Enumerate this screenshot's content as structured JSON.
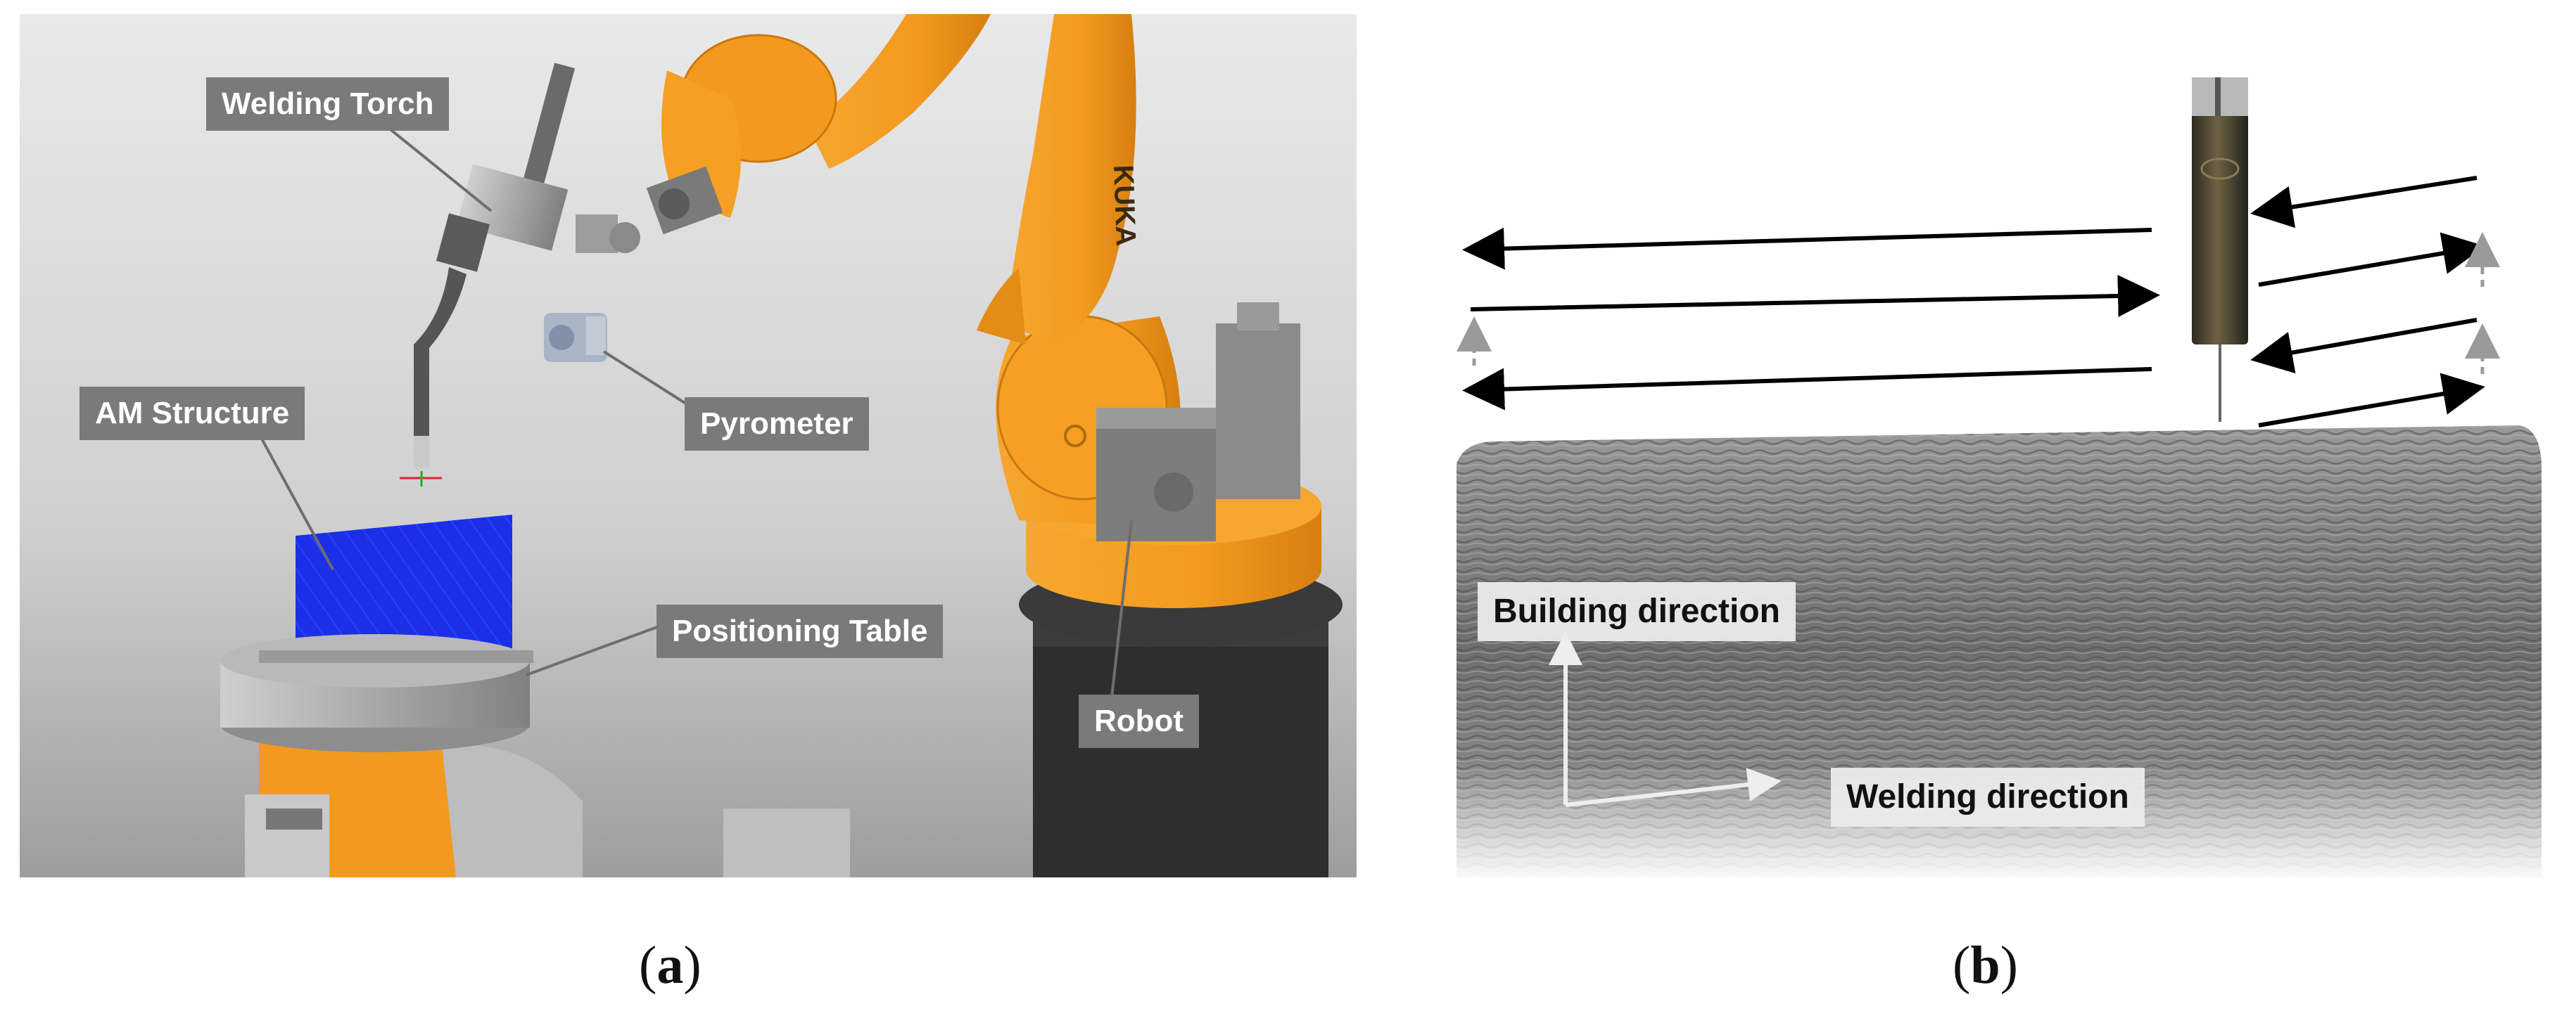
{
  "panel_a": {
    "labels": {
      "welding_torch": "Welding Torch",
      "am_structure": "AM Structure",
      "pyrometer": "Pyrometer",
      "positioning_table": "Positioning Table",
      "robot": "Robot"
    },
    "robot_brand": "KUKA",
    "caption_letter": "a"
  },
  "panel_b": {
    "labels": {
      "building_direction": "Building direction",
      "welding_direction": "Welding direction"
    },
    "caption_letter": "b"
  },
  "colors": {
    "robot_orange": "#f39a1e",
    "am_structure_blue": "#1b2fe6",
    "callout_gray": "#7a7a7a"
  }
}
